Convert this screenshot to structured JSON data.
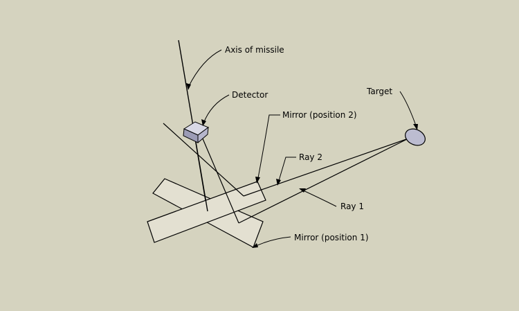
{
  "colors": {
    "background": "#d5d3bf",
    "mirror_fill": "#e3e0d1",
    "detector_top": "#d9d9e6",
    "detector_side": "#9c9cb6",
    "target_fill": "#bcbcd0",
    "line": "#000000"
  },
  "labels": {
    "axis_of_missile": "Axis of missile",
    "detector": "Detector",
    "mirror_position_2": "Mirror (position 2)",
    "target": "Target",
    "ray_2": "Ray 2",
    "ray_1": "Ray 1",
    "mirror_position_1": "Mirror (position 1)"
  }
}
